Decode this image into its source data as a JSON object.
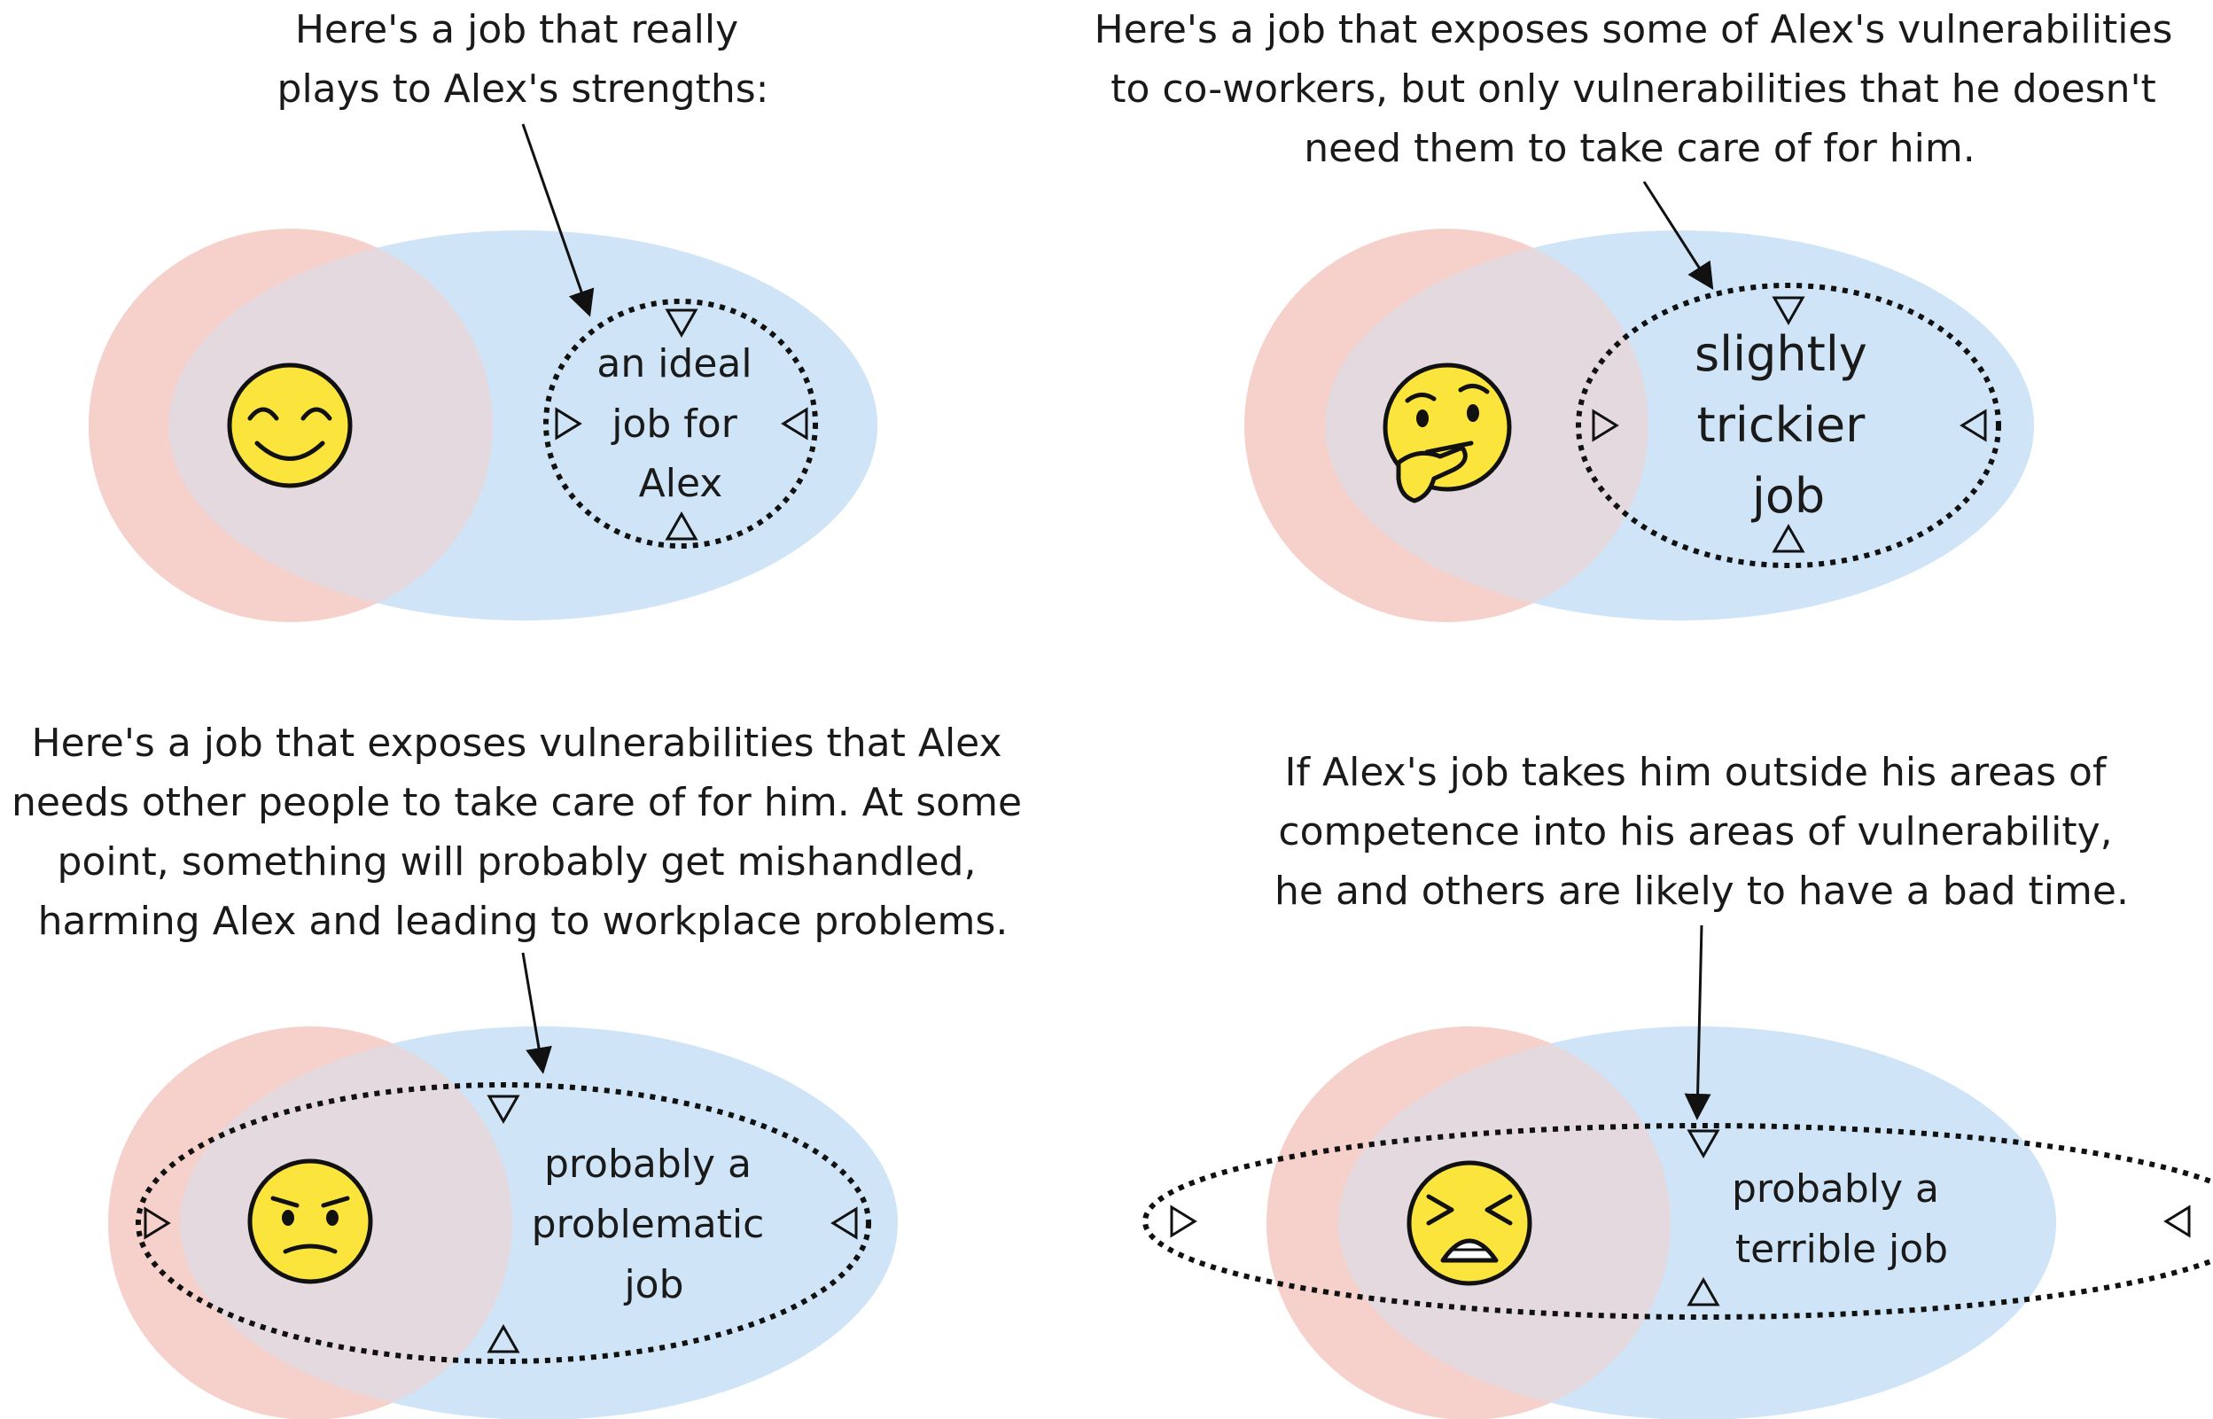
{
  "colors": {
    "vulnerability_circle": "#f6cfc8",
    "competence_ellipse": "#cfe4f6",
    "overlap_tint": "#d7c3cc",
    "emoji_yellow": "#fbe43c",
    "outline": "#111111"
  },
  "panels": [
    {
      "caption_lines": [
        "Here's a job that really",
        "plays to Alex's strengths:"
      ],
      "job_lines": [
        "an ideal",
        "job for",
        "Alex"
      ],
      "emoji": "smiling-face-icon"
    },
    {
      "caption_lines": [
        "Here's a job that exposes some of Alex's vulnerabilities",
        "to co-workers, but only vulnerabilities that he doesn't",
        "need them to take care of for him."
      ],
      "job_lines": [
        "slightly",
        "trickier",
        "job"
      ],
      "emoji": "thinking-face-icon"
    },
    {
      "caption_lines": [
        "Here's a job that exposes vulnerabilities that Alex",
        "needs other people to take care of for him.  At some",
        "point, something will probably get mishandled,",
        "harming Alex and leading to workplace problems."
      ],
      "job_lines": [
        "probably a",
        "problematic",
        "job"
      ],
      "emoji": "frowning-face-icon"
    },
    {
      "caption_lines": [
        "If Alex's job takes him outside his areas of",
        "competence  into his areas of vulnerability,",
        "he and others are likely to have a bad time."
      ],
      "job_lines": [
        "probably a",
        "terrible job"
      ],
      "emoji": "tired-face-icon"
    }
  ]
}
